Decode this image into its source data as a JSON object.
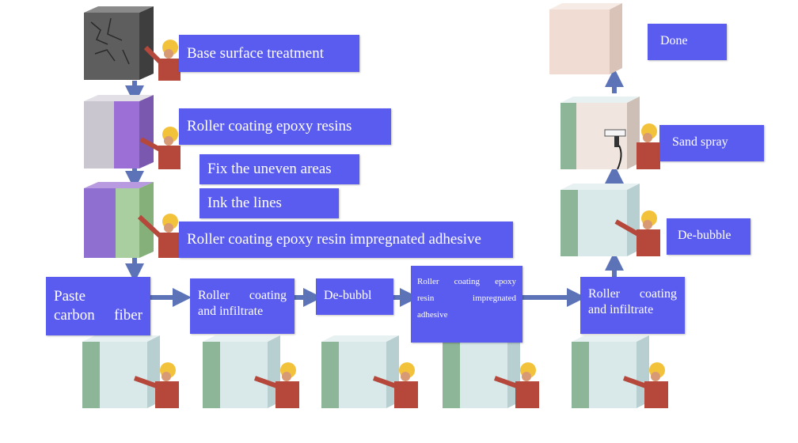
{
  "steps": {
    "base_surface_treatment": "Base surface treatment",
    "roller_coating_epoxy_resins": "Roller coating epoxy resins",
    "fix_uneven_areas": "Fix the uneven areas",
    "ink_the_lines": "Ink the lines",
    "roller_coating_impregnated_adhesive": "Roller coating epoxy resin impregnated adhesive",
    "paste_carbon_fiber_1": "Paste",
    "paste_carbon_fiber_2": "carbon fiber",
    "roller_coating_infiltrate_1": "Roller coating",
    "roller_coating_infiltrate_2": "and infiltrate",
    "de_bubbl": "De-bubbl",
    "small_adhesive_1": "Roller coating epoxy",
    "small_adhesive_2": "resin impregnated",
    "small_adhesive_3": "adhesive",
    "roller_coating_infiltrate_b_1": "Roller coating",
    "roller_coating_infiltrate_b_2": "and infiltrate",
    "de_bubble": "De-bubble",
    "sand_spray": "Sand spray",
    "done": "Done"
  },
  "colors": {
    "label_bg": "#5a5cf0",
    "arrow": "#5c73b8",
    "concrete_green": "#8db597",
    "concrete_light": "#d9e9ea",
    "wall_purple": "#9b6fd6",
    "worker_helmet": "#f2c33a",
    "worker_body": "#b5473b"
  },
  "icons": [
    "concrete-block-icon",
    "worker-icon",
    "roller-icon",
    "spray-gun-icon",
    "arrow-icon"
  ]
}
